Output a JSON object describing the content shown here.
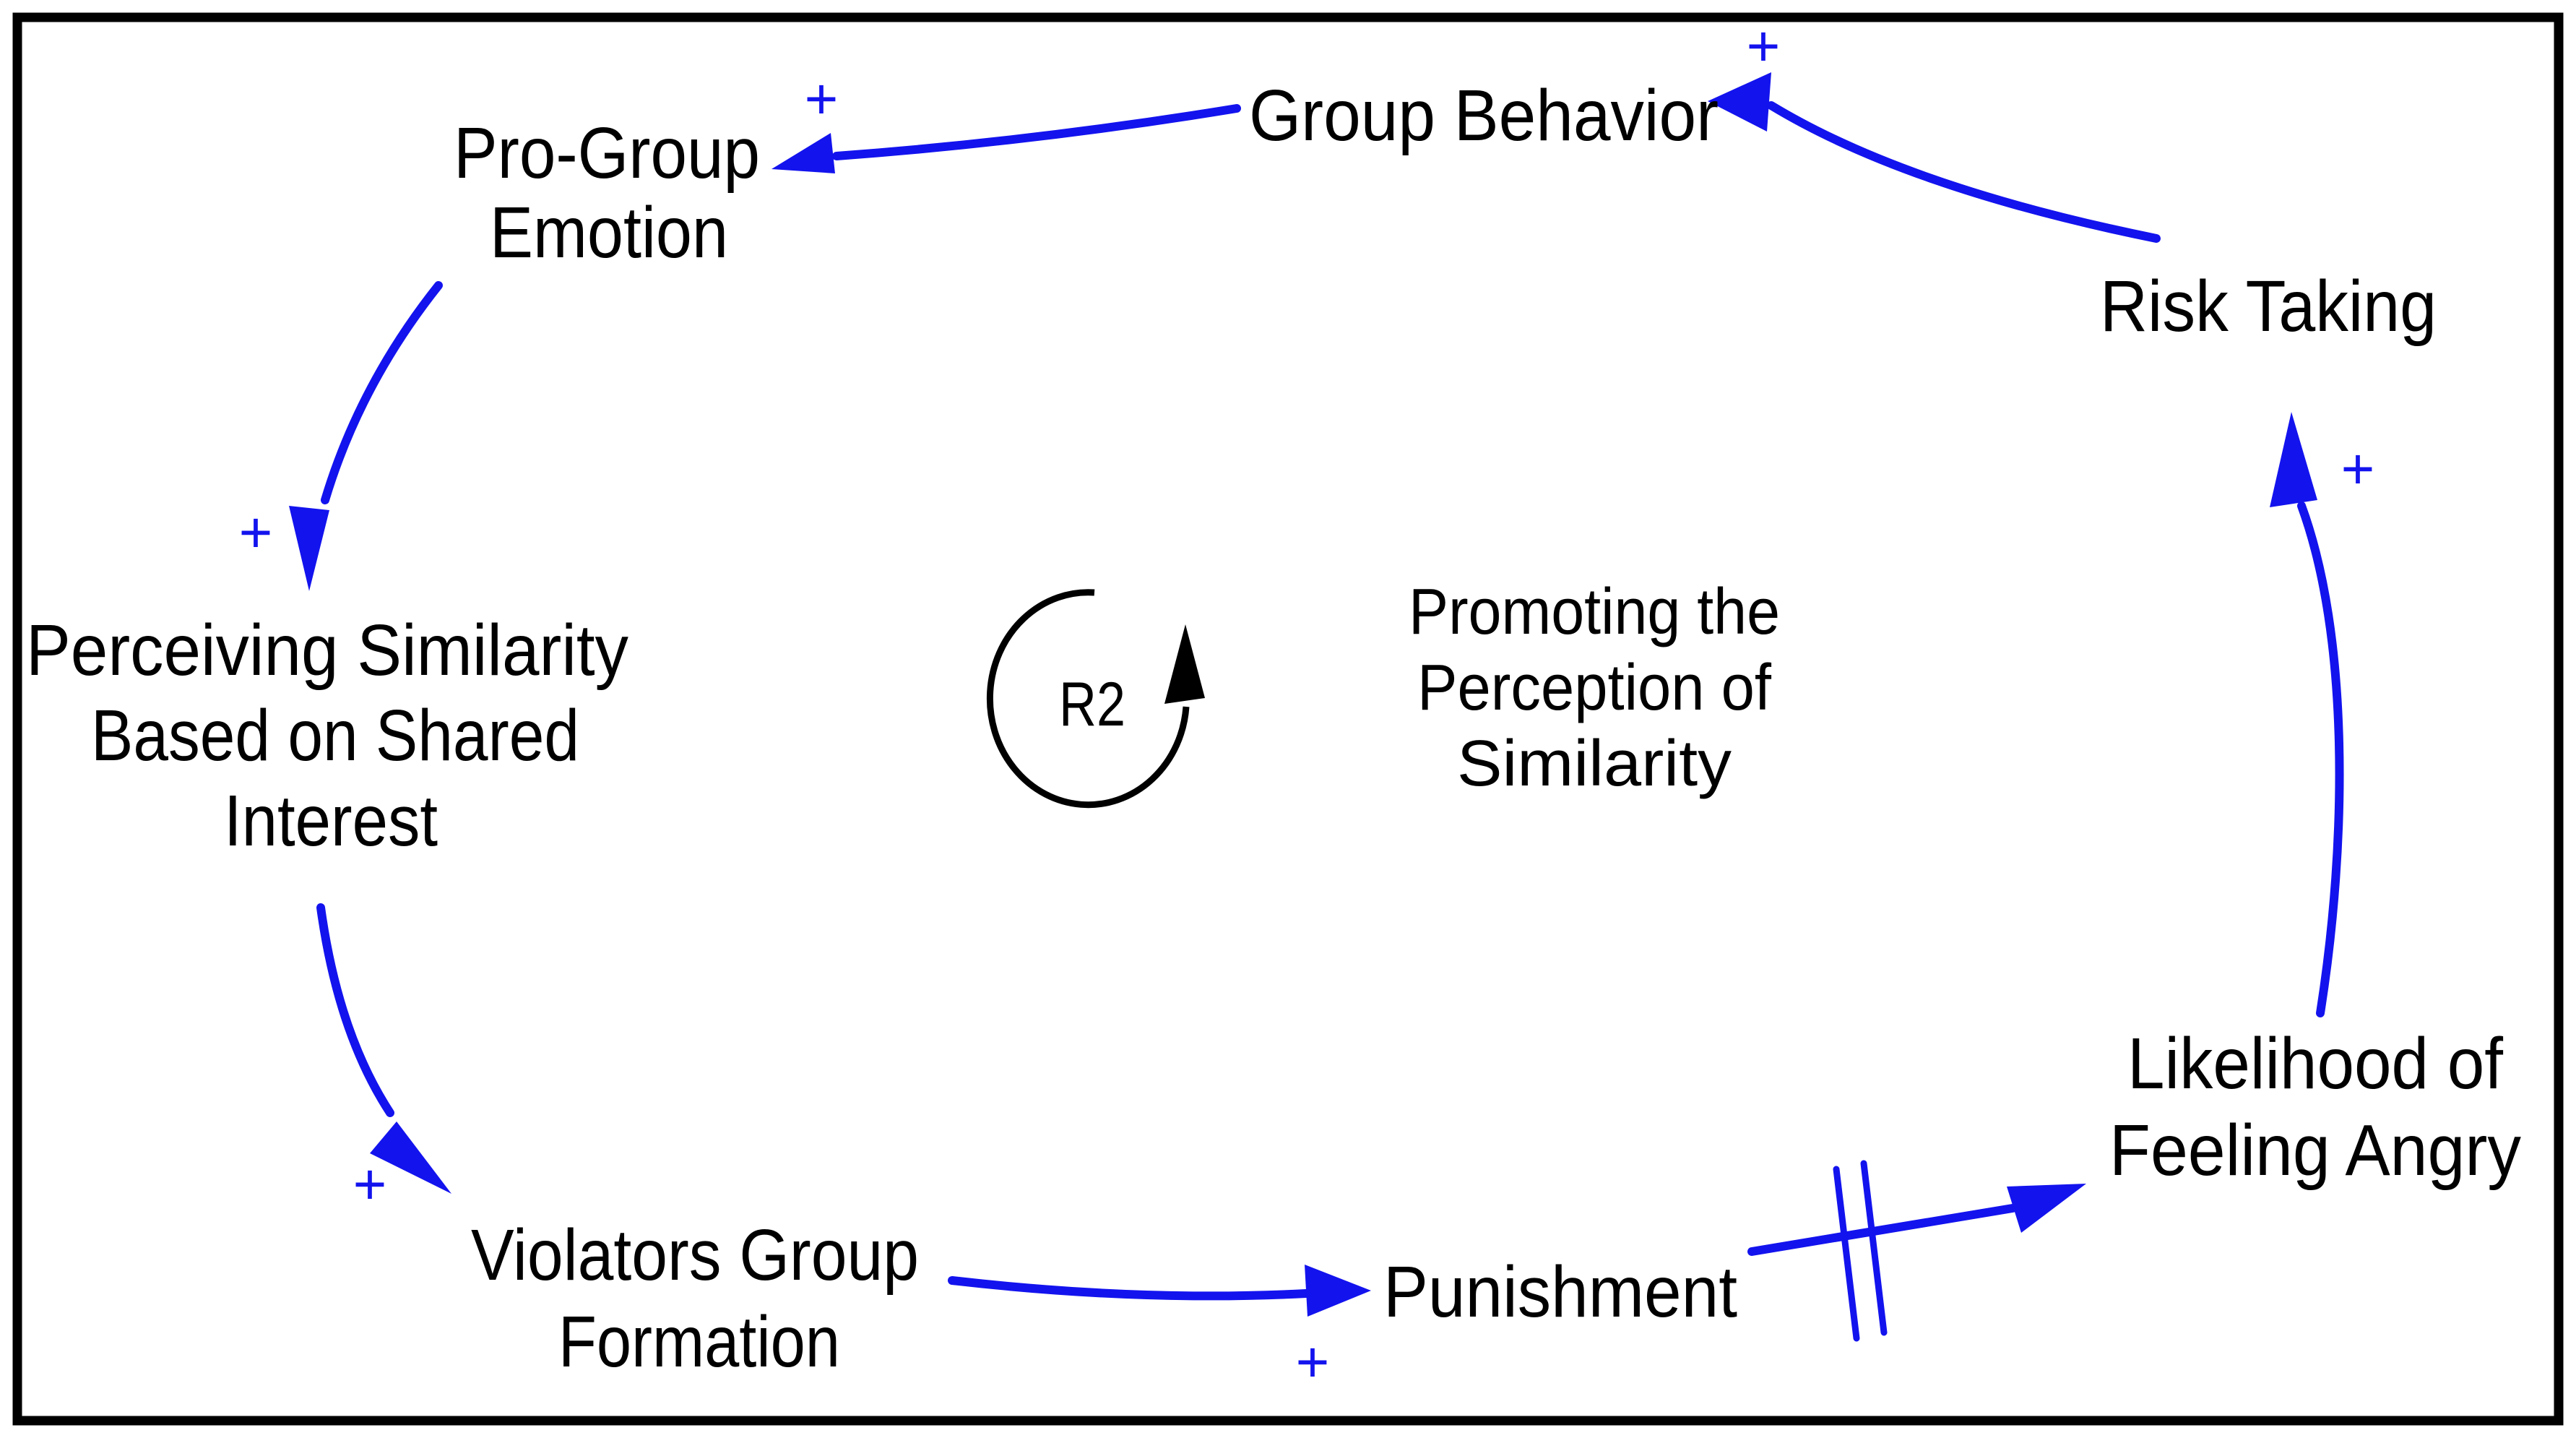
{
  "canvas": {
    "background": "#ffffff",
    "border_color": "#000000",
    "link_color": "#1313ee",
    "text_color": "#000000"
  },
  "loop": {
    "id": "R2",
    "label_lines": [
      "Promoting the",
      "Perception of",
      "Similarity"
    ],
    "type": "reinforcing",
    "rotation_arrow": "counterclockwise-up"
  },
  "nodes": {
    "group_behavior": {
      "label": "Group Behavior"
    },
    "pro_group_emotion": {
      "lines": [
        "Pro-Group",
        "Emotion"
      ]
    },
    "perceiving_similarity": {
      "lines": [
        "Perceiving Similarity",
        "Based on Shared",
        "Interest"
      ]
    },
    "violators_group_formation": {
      "lines": [
        "Violators Group",
        "Formation"
      ]
    },
    "punishment": {
      "label": "Punishment"
    },
    "likelihood_feeling_angry": {
      "lines": [
        "Likelihood of",
        "Feeling Angry"
      ]
    },
    "risk_taking": {
      "label": "Risk Taking"
    }
  },
  "links": [
    {
      "from": "group_behavior",
      "to": "pro_group_emotion",
      "polarity": "+",
      "delay": false
    },
    {
      "from": "pro_group_emotion",
      "to": "perceiving_similarity",
      "polarity": "+",
      "delay": false
    },
    {
      "from": "perceiving_similarity",
      "to": "violators_group_formation",
      "polarity": "+",
      "delay": false
    },
    {
      "from": "violators_group_formation",
      "to": "punishment",
      "polarity": "+",
      "delay": false
    },
    {
      "from": "punishment",
      "to": "likelihood_feeling_angry",
      "polarity": "",
      "delay": true
    },
    {
      "from": "likelihood_feeling_angry",
      "to": "risk_taking",
      "polarity": "+",
      "delay": false
    },
    {
      "from": "risk_taking",
      "to": "group_behavior",
      "polarity": "+",
      "delay": false
    }
  ]
}
